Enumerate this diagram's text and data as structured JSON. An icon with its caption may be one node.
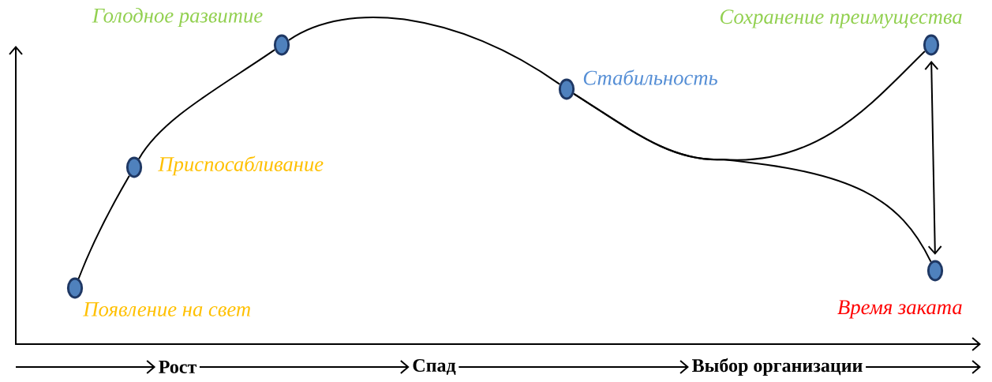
{
  "diagram": {
    "nodes": [
      {
        "text": [],
        "shape": "circle",
        "beside": [
          "Появление на свет"
        ]
      },
      {
        "text": [],
        "shape": "circle",
        "beside": [
          "Приспосабливание"
        ]
      },
      {
        "text": [],
        "shape": "circle",
        "beside": [
          "Голодное развитие"
        ]
      },
      {
        "text": [],
        "shape": "circle",
        "beside": [
          "Стабильность"
        ]
      },
      {
        "text": [],
        "shape": "circle",
        "beside": [
          "Сохранение преимущества"
        ]
      },
      {
        "text": [],
        "shape": "circle",
        "beside": [
          "Время заката"
        ]
      },
      {
        "text": [
          "Рост"
        ]
      },
      {
        "text": [
          "Спад"
        ]
      },
      {
        "text": [
          "Выбор организации"
        ]
      }
    ],
    "edges": [
      {
        "from": 0,
        "to": 1,
        "arrow": "none"
      },
      {
        "from": 1,
        "to": 2,
        "arrow": "none"
      },
      {
        "from": 2,
        "to": 3,
        "arrow": "none"
      },
      {
        "from": 3,
        "to": 4,
        "arrow": "none"
      },
      {
        "from": 3,
        "to": 5,
        "arrow": "none"
      },
      {
        "from": 4,
        "to": 5,
        "arrow": "both"
      },
      {
        "from": null,
        "to": 6,
        "arrow": "to"
      },
      {
        "from": 6,
        "to": 7,
        "arrow": "to"
      },
      {
        "from": 7,
        "to": 8,
        "arrow": "to"
      },
      {
        "from": 8,
        "to": null,
        "arrow": "to"
      }
    ]
  }
}
